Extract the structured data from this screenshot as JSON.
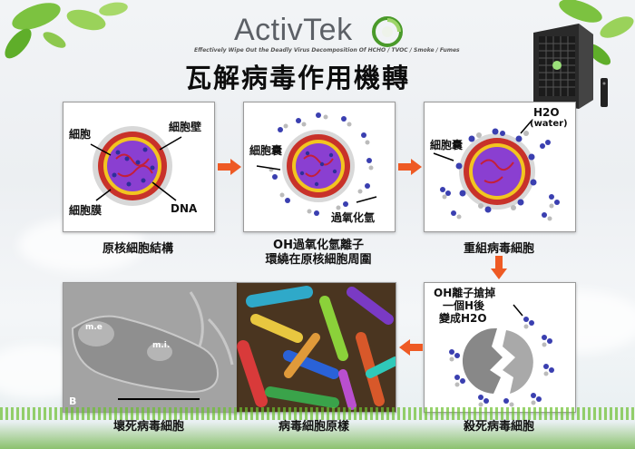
{
  "header": {
    "brand": "ActivTek",
    "tagline": "Effectively Wipe Out the Deadly Virus Decomposition Of HCHO / TVOC / Smoke / Fumes",
    "title": "瓦解病毒作用機轉"
  },
  "panels": {
    "p1": {
      "caption": "原核細胞結構",
      "labels": {
        "cell": "細胞",
        "wall": "細胞壁",
        "membrane": "細胞膜",
        "dna": "DNA"
      }
    },
    "p2": {
      "caption_line1": "OH過氧化氫離子",
      "caption_line2": "環繞在原核細胞周圍",
      "labels": {
        "capsule": "細胞囊",
        "peroxide": "過氧化氫"
      }
    },
    "p3": {
      "caption": "重組病毒細胞",
      "labels": {
        "capsule": "細胞囊",
        "h2o": "H2O",
        "water": "(water)"
      }
    },
    "p4": {
      "caption": "殺死病毒細胞",
      "labels": {
        "line1": "OH離子搶掉",
        "line2": "一個H後",
        "line3": "變成H2O"
      }
    },
    "p5": {
      "caption": "病毒細胞原樣"
    },
    "p6": {
      "caption": "壞死病毒細胞",
      "labels": {
        "me": "m.e",
        "mi": "m.i.",
        "b": "B"
      }
    }
  },
  "colors": {
    "arrow": "#ee5a24",
    "cell_purple": "#8a3fd1",
    "cell_ring_red": "#d43a2a",
    "cell_ring_yellow": "#f2c520"
  }
}
